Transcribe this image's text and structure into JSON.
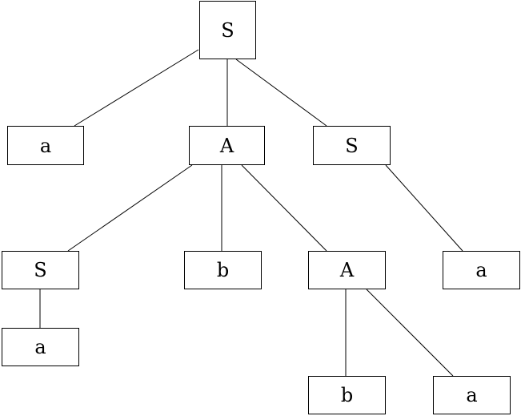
{
  "tree": {
    "root": {
      "label": "S"
    },
    "level1": [
      {
        "label": "a"
      },
      {
        "label": "A"
      },
      {
        "label": "S"
      }
    ],
    "level2": [
      {
        "label": "S"
      },
      {
        "label": "b"
      },
      {
        "label": "A"
      },
      {
        "label": "a"
      }
    ],
    "level3": [
      {
        "label": "a"
      },
      {
        "label": "b"
      },
      {
        "label": "a"
      }
    ]
  },
  "colors": {
    "stroke": "#000000",
    "fill": "#ffffff"
  }
}
